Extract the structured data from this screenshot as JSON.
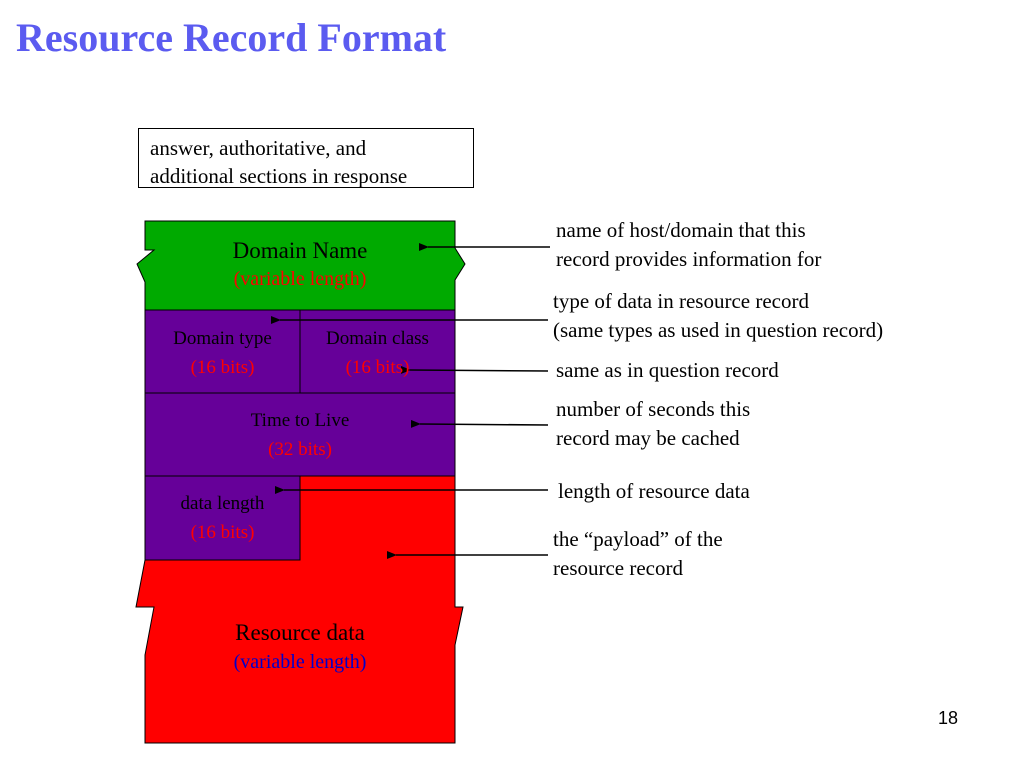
{
  "slide": {
    "title": "Resource Record Format",
    "page_number": "18"
  },
  "section_box": {
    "line1": "answer, authoritative, and",
    "line2": "additional sections in response"
  },
  "fields": {
    "domain_name": {
      "name": "Domain Name",
      "size": "(variable length)"
    },
    "domain_type": {
      "name": "Domain type",
      "size": "(16 bits)"
    },
    "domain_class": {
      "name": "Domain class",
      "size": "(16 bits)"
    },
    "ttl": {
      "name": "Time to Live",
      "size": "(32 bits)"
    },
    "data_length": {
      "name": "data length",
      "size": "(16 bits)"
    },
    "resource_data": {
      "name": "Resource data",
      "size": "(variable length)"
    }
  },
  "annotations": {
    "domain_name": [
      "name of host/domain that this",
      "record provides information for"
    ],
    "domain_type": [
      "type of data in resource record",
      "(same types as used in question record)"
    ],
    "domain_class": [
      "same as in question record"
    ],
    "ttl": [
      "number of seconds this",
      "record may be cached"
    ],
    "data_length": [
      "length of resource data"
    ],
    "resource_data": [
      "the “payload” of the",
      "resource record"
    ]
  },
  "colors": {
    "title": "#5b5bf0",
    "domain_name_fill": "#00aa00",
    "fixed_fields_fill": "#660099",
    "resource_data_fill": "#ff0000",
    "size_text_red": "#ff0000",
    "size_text_blue": "#0000cc"
  }
}
